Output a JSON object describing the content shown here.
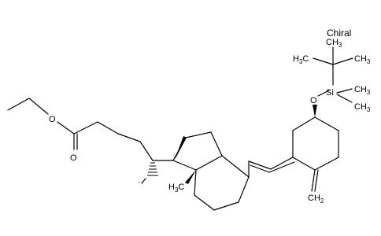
{
  "chiral_label": "Chiral",
  "atoms": {
    "oxygen": "O",
    "silicon": "Si",
    "methyl": "CH",
    "methyl_sub": "3",
    "methylene": "CH",
    "methylene_sub": "2",
    "h3c_h": "H",
    "h3c_sub": "3",
    "h3c_c": "C"
  }
}
